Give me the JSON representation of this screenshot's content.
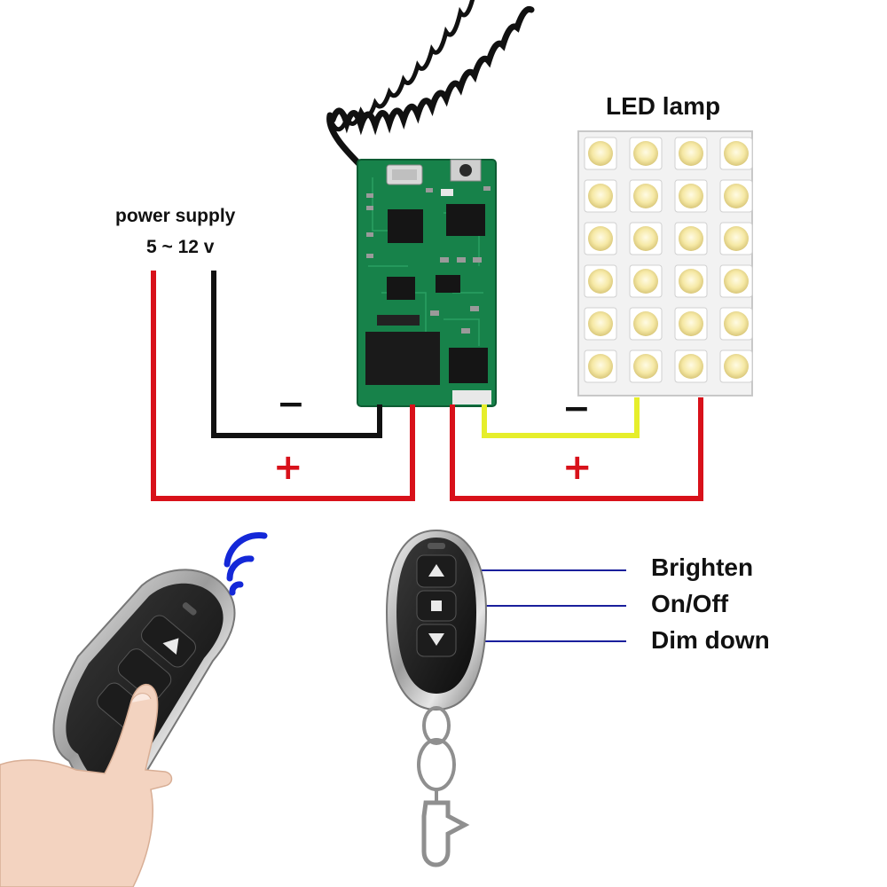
{
  "labels": {
    "power_supply": "power supply",
    "voltage": "5 ~ 12 v",
    "led_lamp": "LED lamp"
  },
  "wiring": {
    "left_minus": "−",
    "left_plus": "+",
    "right_minus": "−",
    "right_plus": "+"
  },
  "remote_functions": [
    "Brighten",
    "On/Off",
    "Dim down"
  ],
  "colors": {
    "positive_wire": "#d8111a",
    "negative_wire": "#111111",
    "led_negative_wire": "#e6ee2b",
    "pcb_green": "#17824a",
    "indicator_line": "#1a1f9c",
    "signal_waves": "#1428d8"
  },
  "icons": [
    "signal-waves-icon",
    "arrow-up-icon",
    "square-icon",
    "arrow-down-icon",
    "hand-icon",
    "keyring-icon"
  ]
}
